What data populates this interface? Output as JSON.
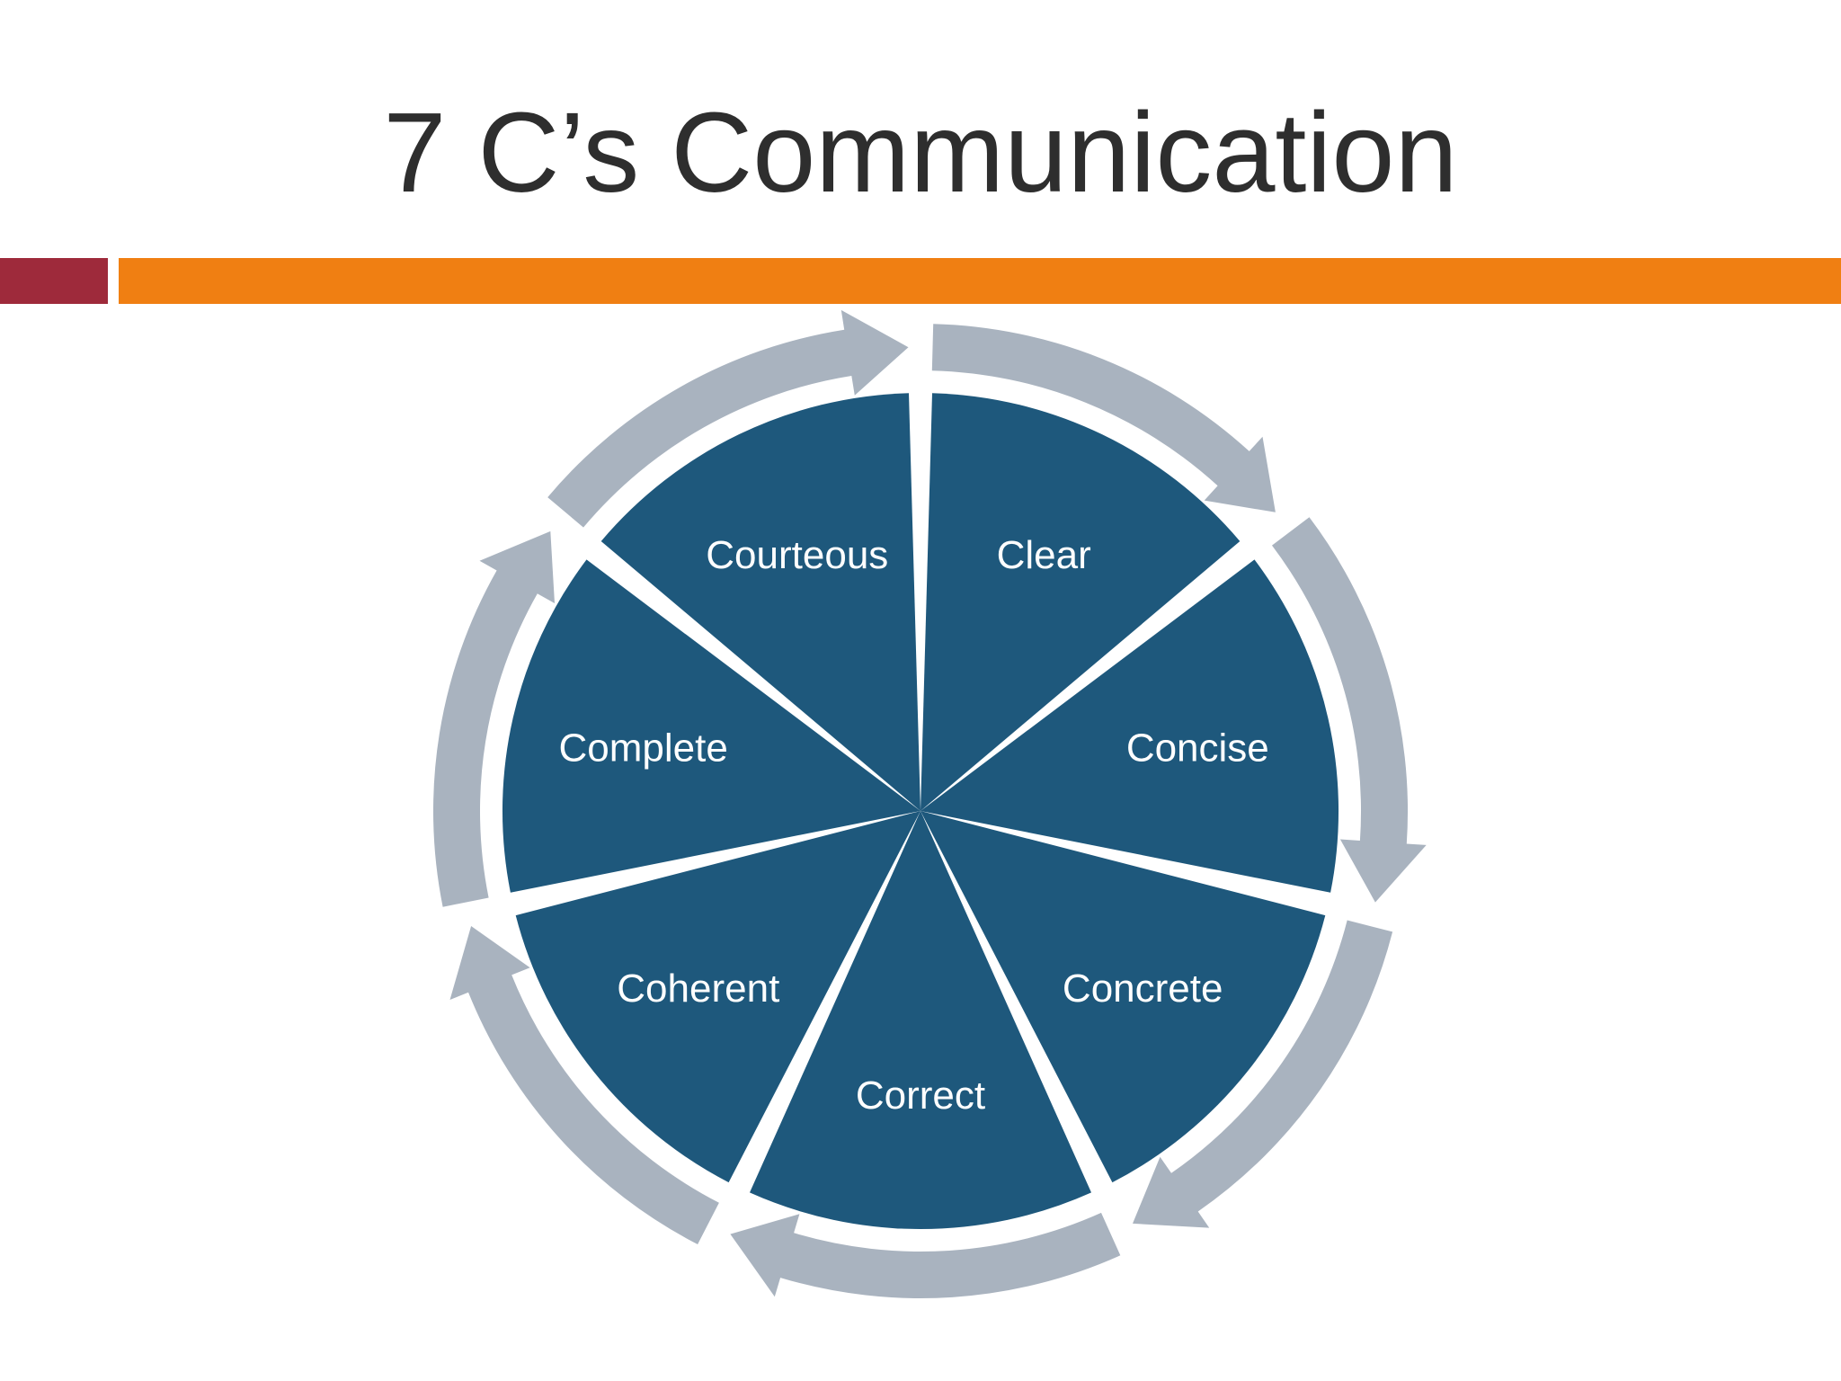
{
  "title": "7 C’s Communication",
  "colors": {
    "title_text": "#2e2e2e",
    "bar_left": "#9e2a3b",
    "bar_right": "#f07f12",
    "segment_fill": "#1e587c",
    "arrow_fill": "#a9b3bf",
    "label_text": "#ffffff"
  },
  "segments": [
    {
      "label": "Clear"
    },
    {
      "label": "Concise"
    },
    {
      "label": "Concrete"
    },
    {
      "label": "Correct"
    },
    {
      "label": "Coherent"
    },
    {
      "label": "Complete"
    },
    {
      "label": "Courteous"
    }
  ]
}
